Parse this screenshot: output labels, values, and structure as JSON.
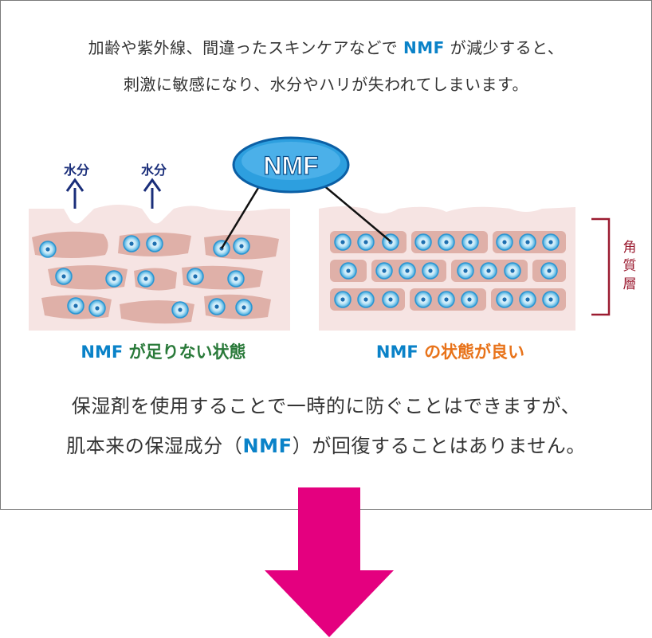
{
  "intro": {
    "line1_pre": "加齢や紫外線、間違ったスキンケアなどで",
    "line1_nmf": "NMF",
    "line1_post": "が減少すると、",
    "line2": "刺激に敏感になり、水分やハリが失われてしまいます。"
  },
  "diagram": {
    "nmf_bubble": "NMF",
    "water_label": "水分",
    "stratum_label": [
      "角",
      "質",
      "層"
    ],
    "left_caption_nmf": "NMF",
    "left_caption_rest": "が足りない状態",
    "right_caption_nmf": "NMF",
    "right_caption_rest": "の状態が良い"
  },
  "outro": {
    "line1": "保湿剤を使用することで一時的に防ぐことはできますが、",
    "line2_pre": "肌本来の保湿成分（",
    "line2_nmf": "NMF",
    "line2_post": "）が回復することはありません。"
  },
  "colors": {
    "nmf_blue": "#0a82c8",
    "green_caption": "#2a7a3a",
    "orange_caption": "#e8731a",
    "arrow_pink": "#e4007f",
    "skin_bg": "#f6e4e3",
    "cell": "#dfb0a8",
    "bracket": "#9b1b30"
  }
}
